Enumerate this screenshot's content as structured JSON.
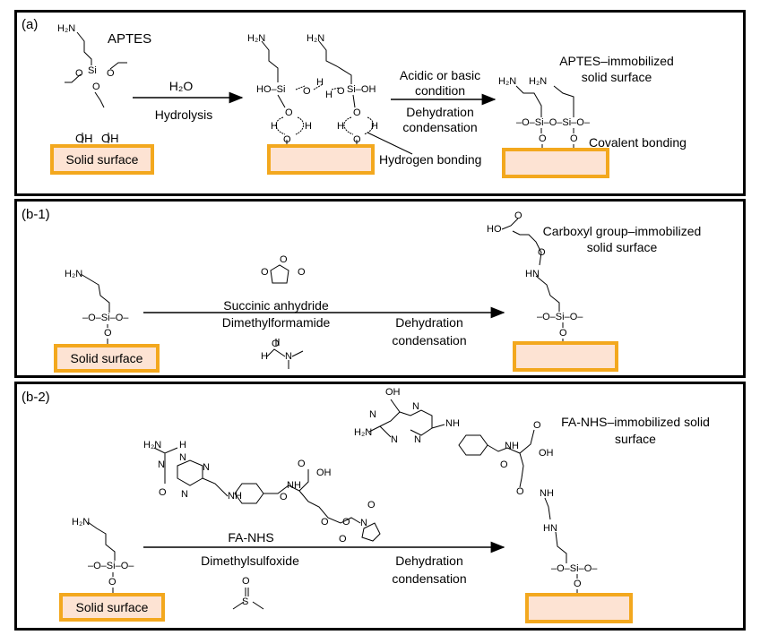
{
  "panel_a": {
    "label": "(a)",
    "aptes_title": "APTES",
    "nh2": "H₂N",
    "si": "Si",
    "o": "O",
    "oh": "OH",
    "h": "H",
    "hosi": "HO–Si",
    "sioh": "Si–OH",
    "ho_left": "OH",
    "ho_right": "OH",
    "solid_surface": "Solid surface",
    "arrow1_top": "H₂O",
    "arrow1_bottom": "Hydrolysis",
    "arrow2_top_1": "Acidic or basic",
    "arrow2_top_2": "condition",
    "arrow2_bottom_1": "Dehydration",
    "arrow2_bottom_2": "condensation",
    "hydrogen_bonding": "Hydrogen bonding",
    "product_title_1": "APTES–immobilized",
    "product_title_2": "solid surface",
    "covalent_bonding": "Covalent bonding",
    "chain": "–O–Si–O–Si–O–"
  },
  "panel_b1": {
    "label": "(b-1)",
    "nh2": "H₂N",
    "chain": "–O–Si–O–",
    "o": "O",
    "solid_surface": "Solid surface",
    "reagent1": "Succinic anhydride",
    "reagent2": "Dimethylformamide",
    "arrow_bottom_1": "Dehydration",
    "arrow_bottom_2": "condensation",
    "product_title_1": "Carboxyl group–immobilized",
    "product_title_2": "solid surface",
    "ho": "HO",
    "hn": "HN",
    "h": "H",
    "n": "N"
  },
  "panel_b2": {
    "label": "(b-2)",
    "nh2": "H₂N",
    "chain": "–O–Si–O–",
    "o": "O",
    "solid_surface": "Solid surface",
    "reagent1": "FA-NHS",
    "reagent2": "Dimethylsulfoxide",
    "arrow_bottom_1": "Dehydration",
    "arrow_bottom_2": "condensation",
    "product_title_1": "FA-NHS–immobilized  solid",
    "product_title_2": "surface",
    "oh": "OH",
    "n": "N",
    "nh": "NH",
    "hn": "HN",
    "h": "H",
    "s": "S",
    "nh2_fa": "H₂N"
  },
  "colors": {
    "surface_fill": "#fde3d3",
    "surface_border": "#f3a81e"
  }
}
